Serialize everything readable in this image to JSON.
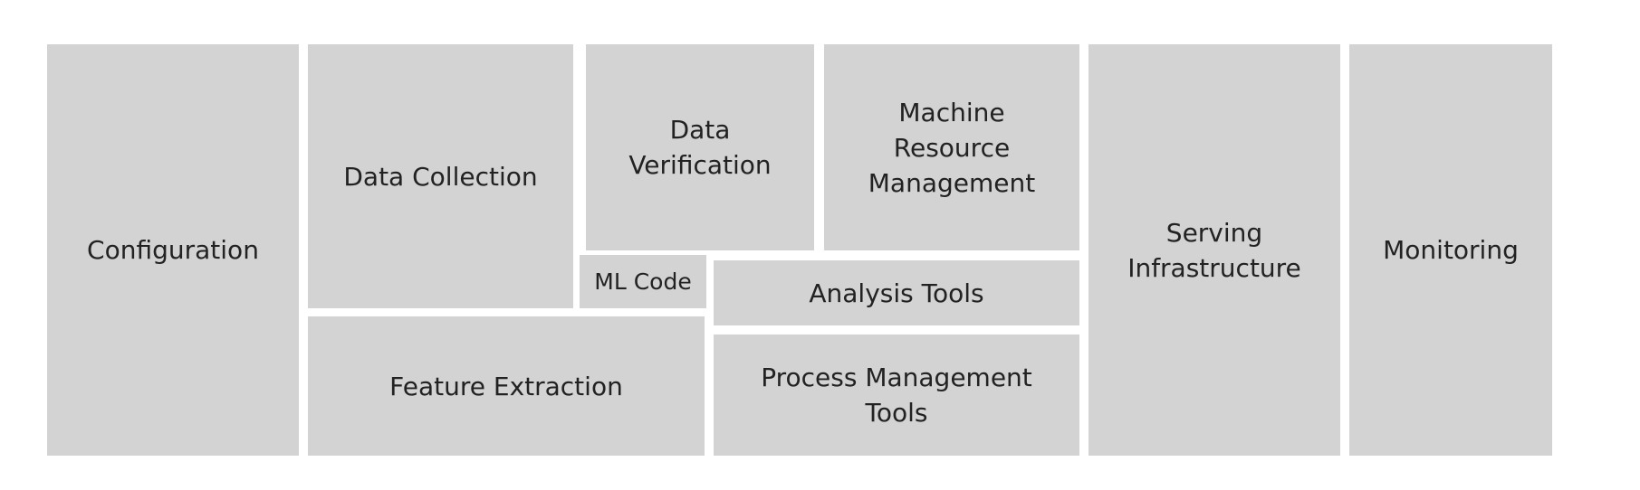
{
  "diagram": {
    "boxes": {
      "configuration": "Configuration",
      "data_collection": "Data Collection",
      "data_verification": "Data\nVerification",
      "machine_resource_management": "Machine\nResource\nManagement",
      "ml_code": "ML Code",
      "analysis_tools": "Analysis Tools",
      "feature_extraction": "Feature Extraction",
      "process_management_tools": "Process Management\nTools",
      "serving_infrastructure": "Serving\nInfrastructure",
      "monitoring": "Monitoring"
    }
  },
  "colors": {
    "box_fill": "#d3d3d3",
    "background": "#ffffff",
    "text": "#222222"
  }
}
